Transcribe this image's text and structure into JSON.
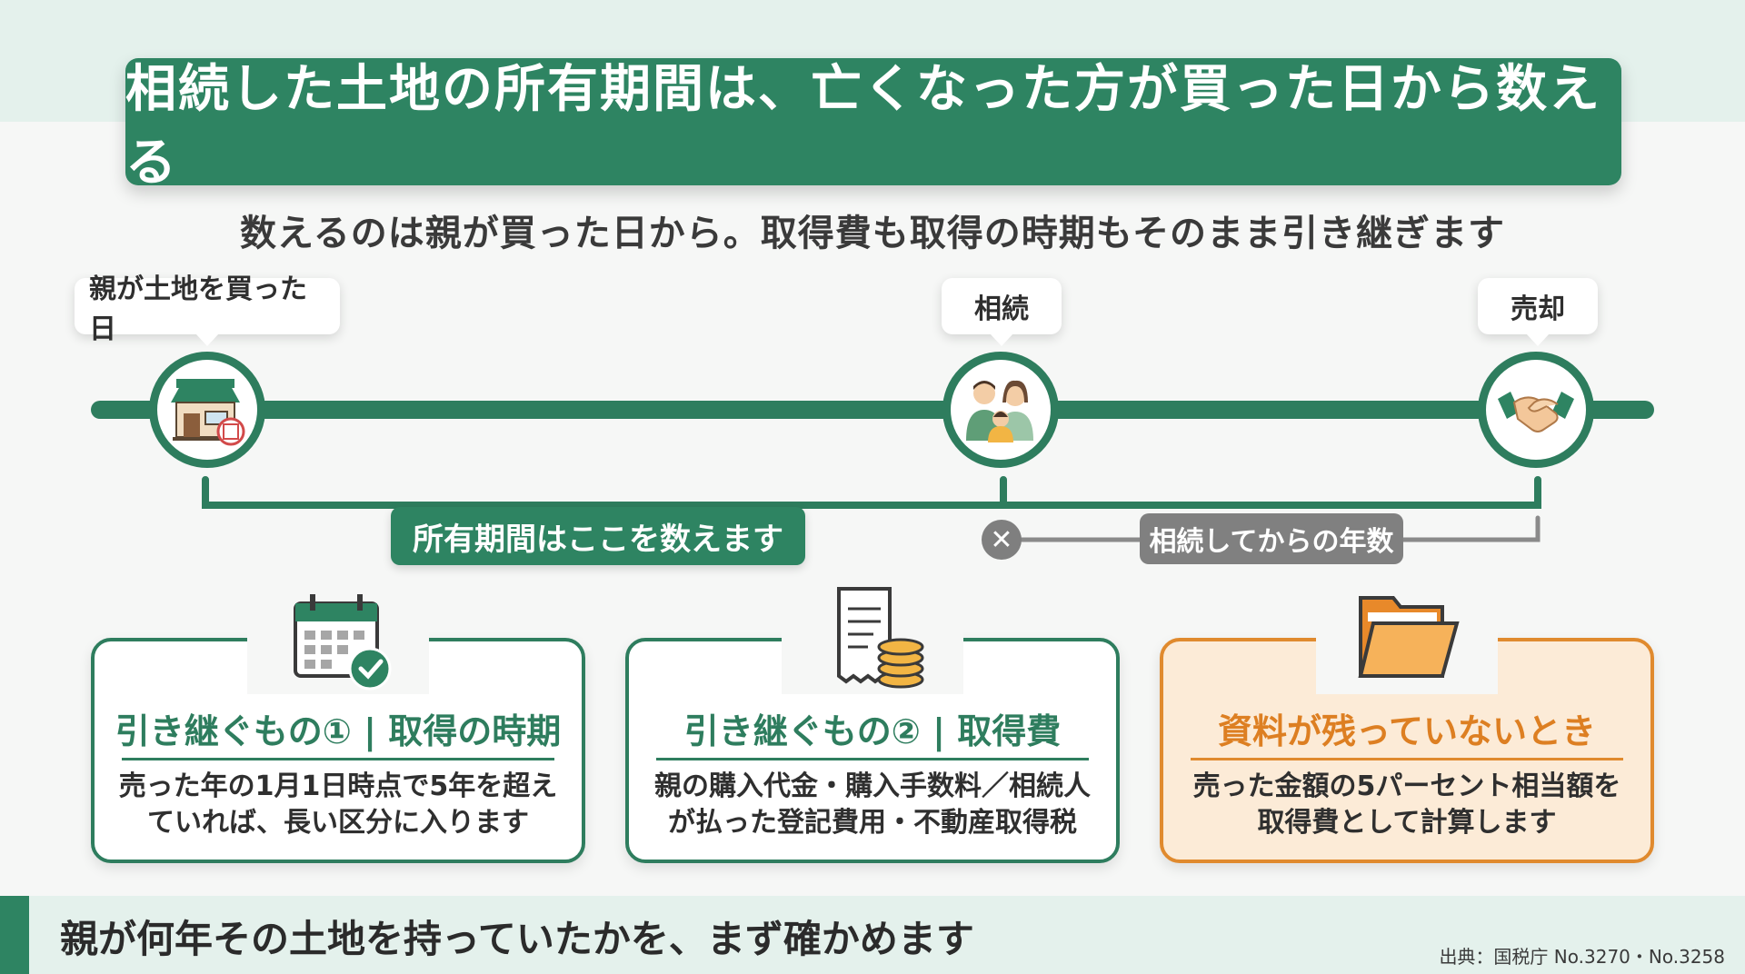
{
  "title": "相続した土地の所有期間は、亡くなった方が買った日から数える",
  "subtitle": "数えるのは親が買った日から。取得費も取得の時期もそのまま引き継ぎます",
  "timeline": {
    "events": [
      {
        "label": "親が土地を買った日",
        "icon": "house-icon"
      },
      {
        "label": "相続",
        "icon": "family-icon"
      },
      {
        "label": "売却",
        "icon": "handshake-icon"
      }
    ],
    "period_label": "所有期間はここを数えます",
    "wrong_label": "相続してからの年数",
    "wrong_mark": "✕"
  },
  "cards": [
    {
      "title": "引き継ぐもの① | 取得の時期",
      "body": "売った年の1月1日時点で5年を超え\nていれば、長い区分に入ります",
      "icon": "calendar-check-icon"
    },
    {
      "title": "引き継ぐもの② | 取得費",
      "body": "親の購入代金・購入手数料／相続人\nが払った登記費用・不動産取得税",
      "icon": "receipt-coins-icon"
    },
    {
      "title": "資料が残っていないとき",
      "body": "売った金額の5パーセント相当額を\n取得費として計算します",
      "icon": "folder-icon"
    }
  ],
  "footer": {
    "message": "親が何年その土地を持っていたかを、まず確かめます",
    "source": "出典：国税庁 No.3270・No.3258"
  },
  "colors": {
    "primary_green": "#2e8462",
    "accent_orange": "#e08a2e",
    "gray": "#808080"
  }
}
